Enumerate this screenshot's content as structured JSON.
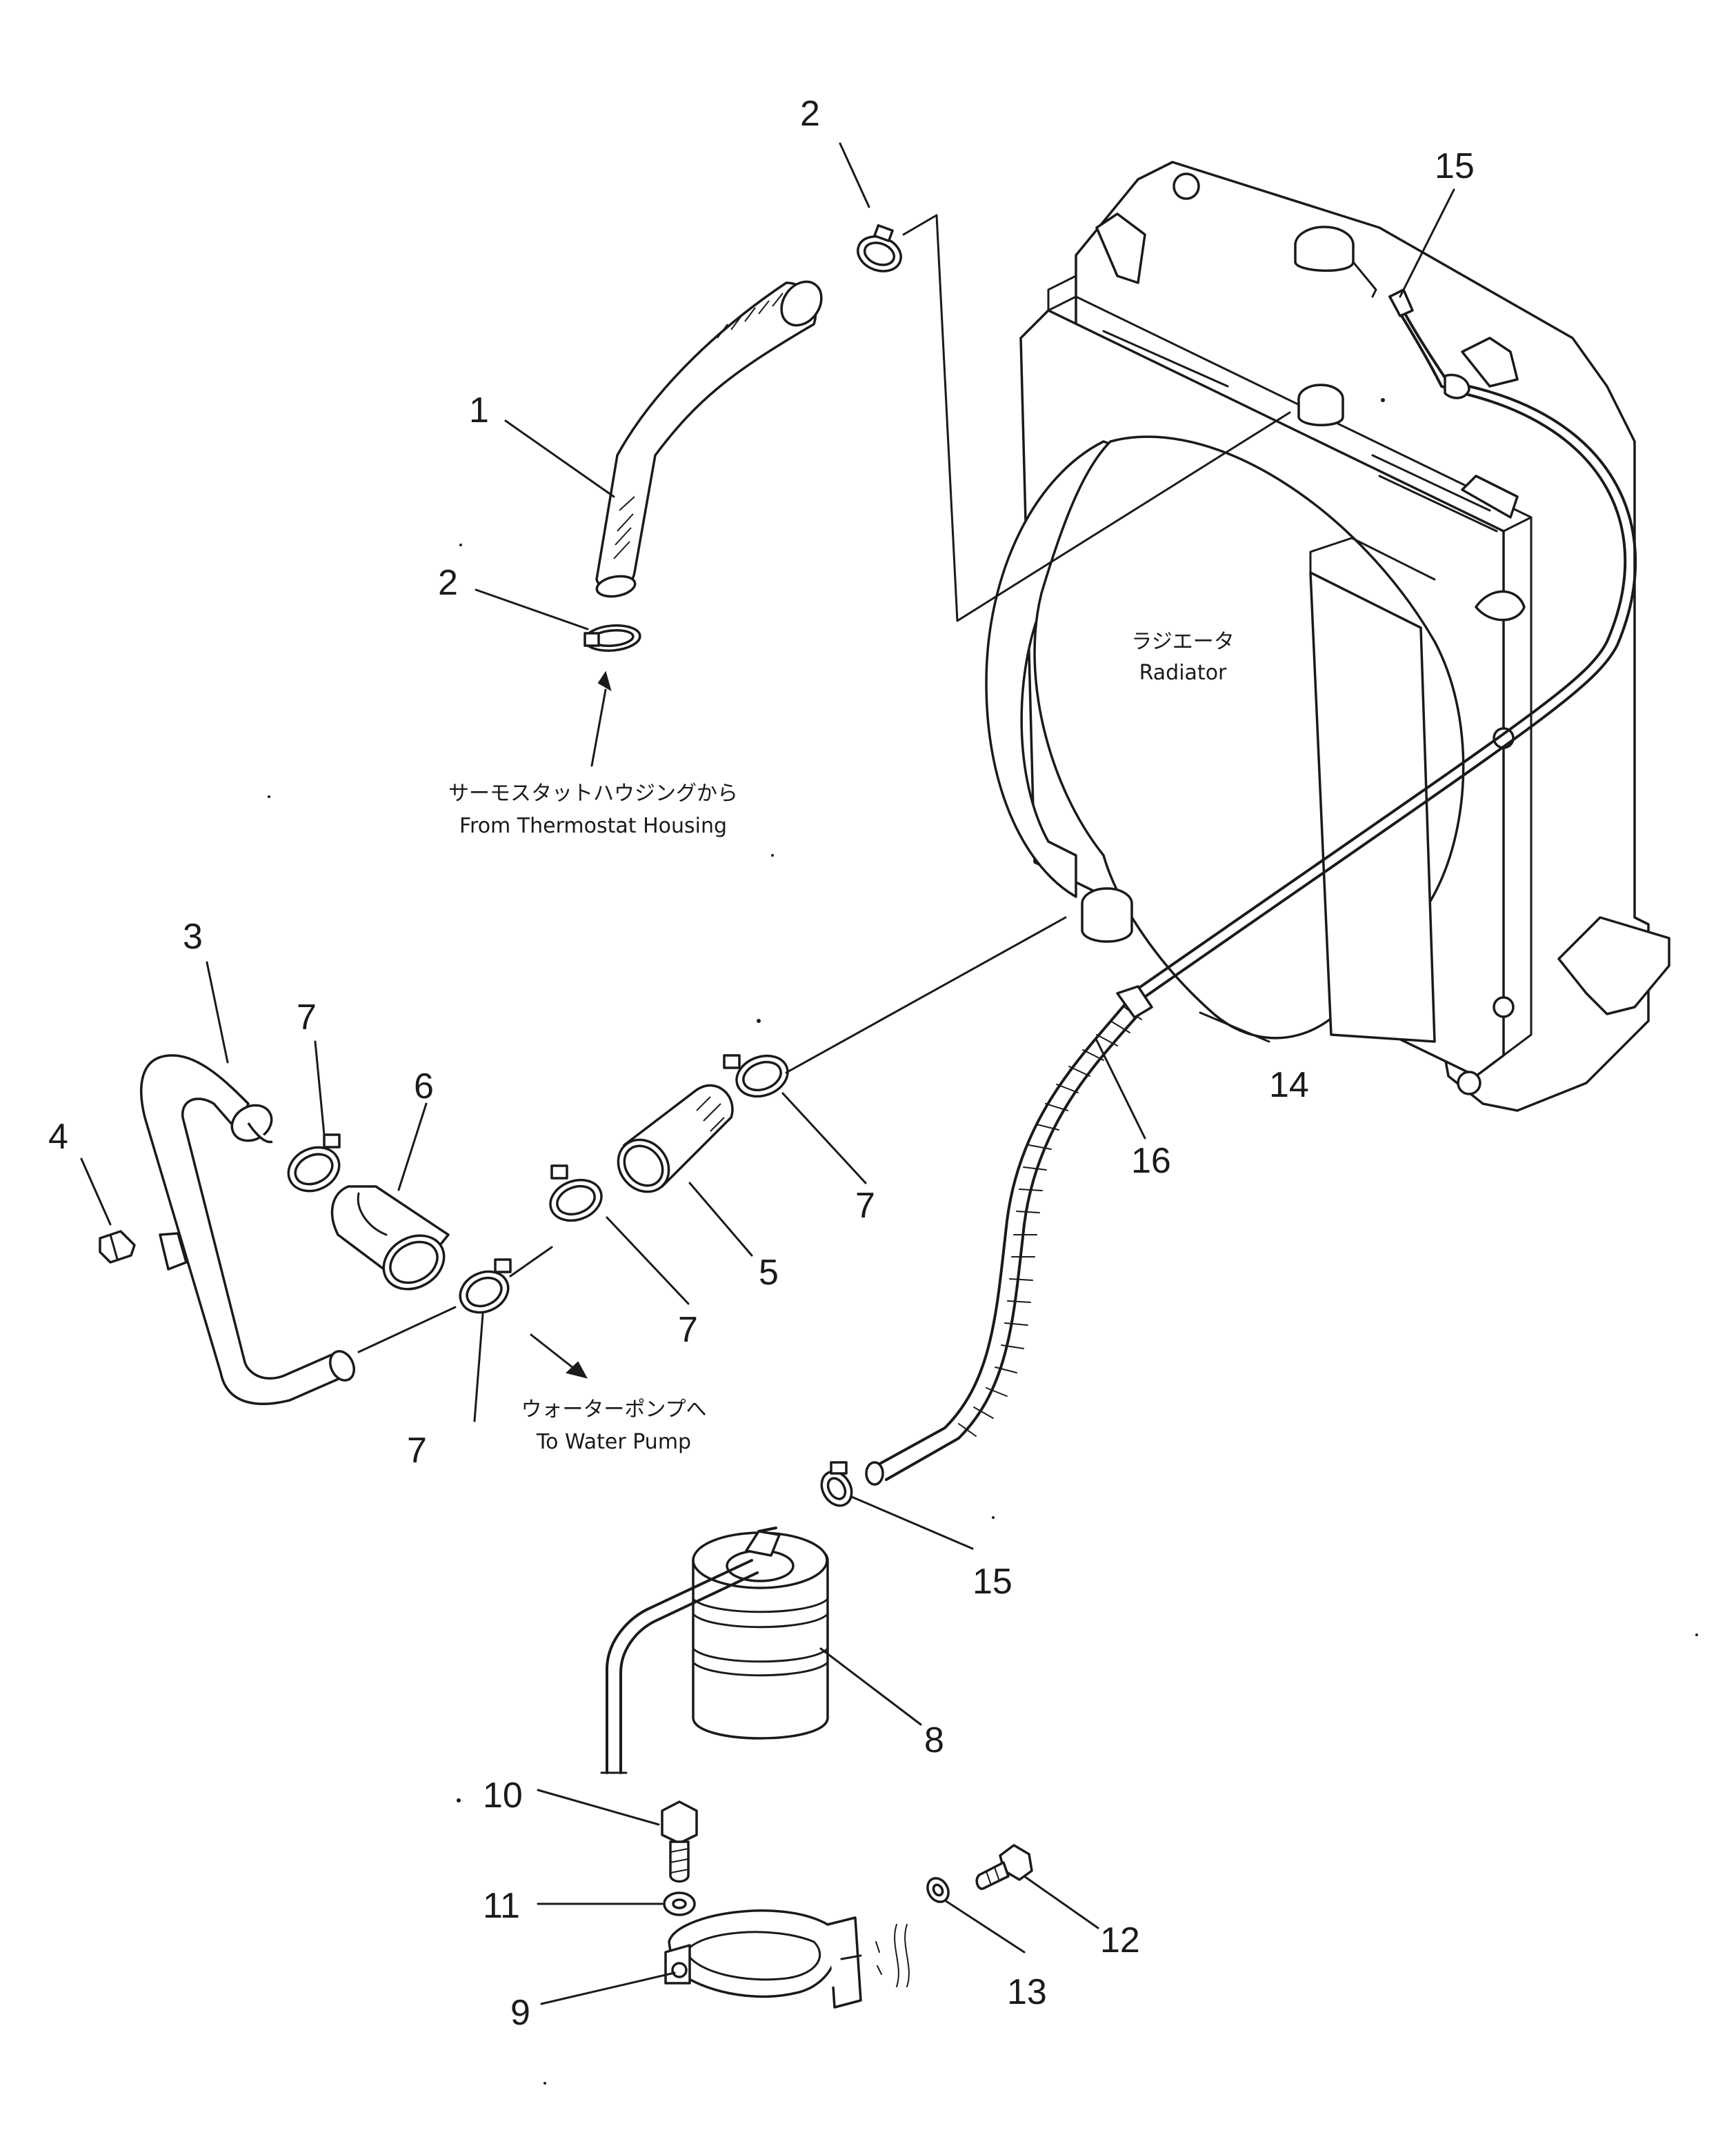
{
  "callouts": [
    {
      "id": "c1",
      "text": "1"
    },
    {
      "id": "c2a",
      "text": "2"
    },
    {
      "id": "c2b",
      "text": "2"
    },
    {
      "id": "c3",
      "text": "3"
    },
    {
      "id": "c4",
      "text": "4"
    },
    {
      "id": "c5",
      "text": "5"
    },
    {
      "id": "c6",
      "text": "6"
    },
    {
      "id": "c7a",
      "text": "7"
    },
    {
      "id": "c7b",
      "text": "7"
    },
    {
      "id": "c7c",
      "text": "7"
    },
    {
      "id": "c7d",
      "text": "7"
    },
    {
      "id": "c8",
      "text": "8"
    },
    {
      "id": "c9",
      "text": "9"
    },
    {
      "id": "c10",
      "text": "10"
    },
    {
      "id": "c11",
      "text": "11"
    },
    {
      "id": "c12",
      "text": "12"
    },
    {
      "id": "c13",
      "text": "13"
    },
    {
      "id": "c14",
      "text": "14"
    },
    {
      "id": "c15a",
      "text": "15"
    },
    {
      "id": "c15b",
      "text": "15"
    },
    {
      "id": "c16",
      "text": "16"
    }
  ],
  "captions": {
    "radiator_jp": "ラジエータ",
    "radiator_en": "Radiator",
    "thermostat_jp": "サーモスタットハウジングから",
    "thermostat_en": "From Thermostat Housing",
    "water_pump_jp": "ウォーターポンプへ",
    "water_pump_en": "To Water Pump"
  }
}
